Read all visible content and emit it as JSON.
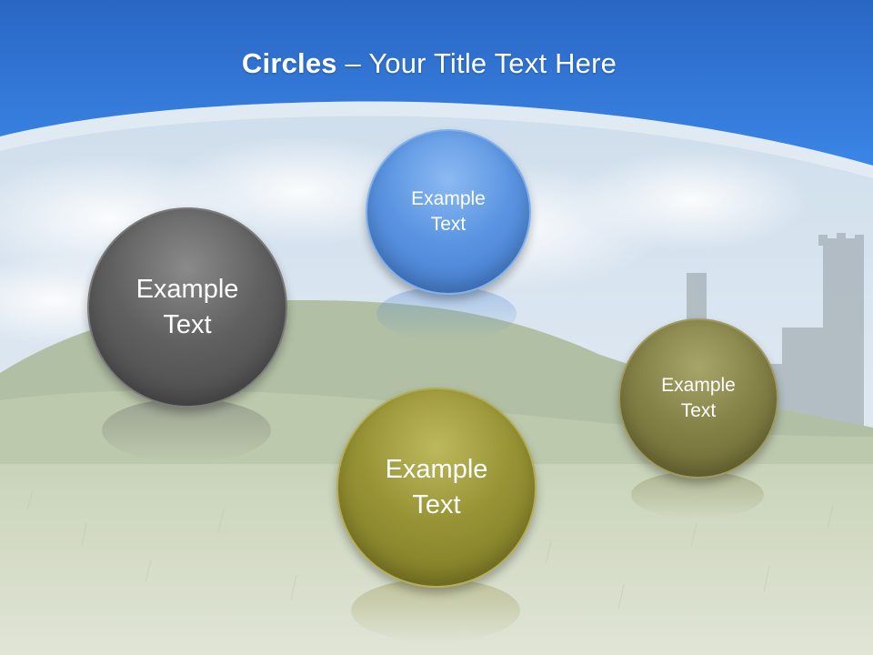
{
  "slide": {
    "title_bold": "Circles",
    "title_dash": " – ",
    "title_rest": "Your Title Text Here"
  },
  "circles": [
    {
      "label": "Example\nText",
      "color": "#4f86d6"
    },
    {
      "label": "Example\nText",
      "color": "#5b5b5b"
    },
    {
      "label": "Example\nText",
      "color": "#8f8d3a"
    },
    {
      "label": "Example\nText",
      "color": "#7f7c45"
    }
  ],
  "colors": {
    "header_blue": "#2f74d8",
    "sky": "#bfd3e6",
    "hill": "#8ea27c",
    "grass": "#c8d2b6"
  }
}
